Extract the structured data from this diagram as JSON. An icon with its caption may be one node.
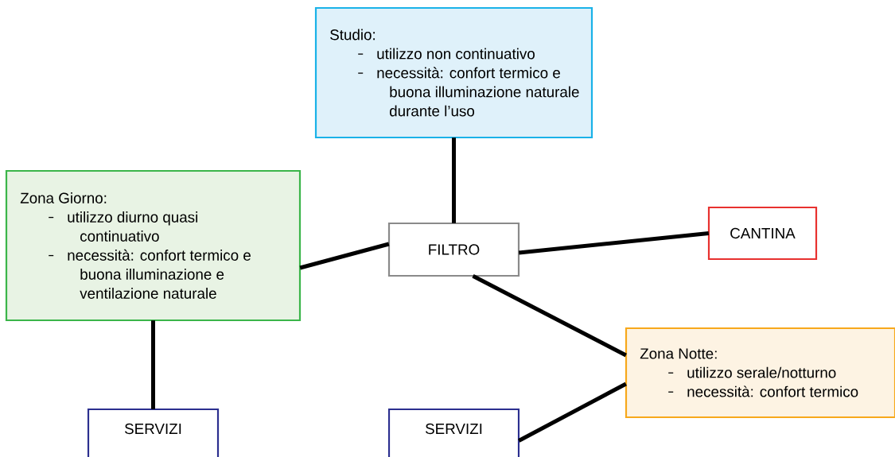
{
  "diagram": {
    "nodes": [
      {
        "text": [
          "Studio:",
          "utilizzo non continuativo",
          "necessità: confort termico e buona illuminazione naturale durante l’uso"
        ]
      },
      {
        "text": [
          "Zona Giorno:",
          "utilizzo diurno quasi continuativo",
          "necessità: confort termico e buona illuminazione e ventilazione naturale"
        ]
      },
      {
        "text": [
          "FILTRO"
        ]
      },
      {
        "text": [
          "CANTINA"
        ]
      },
      {
        "text": [
          "Zona Notte:",
          "utilizzo serale/notturno",
          "necessità: confort termico"
        ]
      },
      {
        "text": [
          "SERVIZI"
        ]
      },
      {
        "text": [
          "SERVIZI"
        ]
      }
    ],
    "edges": [
      {
        "from": 2,
        "to": 0,
        "arrow": "none"
      },
      {
        "from": 1,
        "to": 2,
        "arrow": "none"
      },
      {
        "from": 2,
        "to": 3,
        "arrow": "none"
      },
      {
        "from": 2,
        "to": 4,
        "arrow": "none"
      },
      {
        "from": 1,
        "to": 5,
        "arrow": "none"
      },
      {
        "from": 4,
        "to": 6,
        "arrow": "none"
      }
    ]
  }
}
